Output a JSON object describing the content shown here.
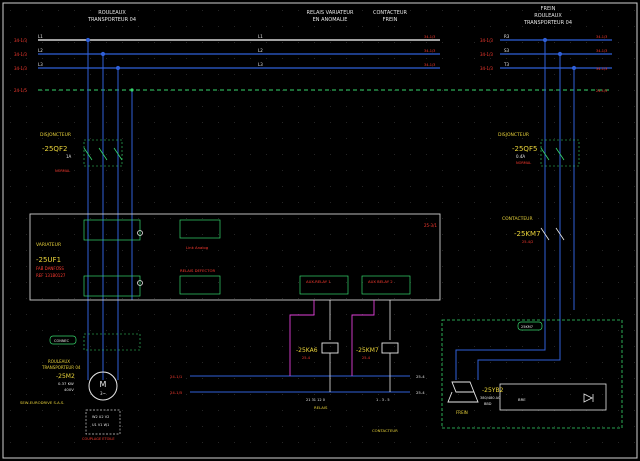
{
  "colors": {
    "background": "#000000",
    "frame": "#cfcfcf",
    "wire": "#2f5fd8",
    "wire_l1": "#ffffff",
    "green": "#36d66b",
    "label_white": "#e8e8e8",
    "label_yellow": "#e8d23a",
    "label_red": "#ff3b30",
    "magenta": "#e040d8",
    "grid_dot": "#3a3a3a"
  },
  "headers": {
    "rouleaux_t1": "ROULEAUX",
    "rouleaux_t2": "TRANSPORTEUR 04",
    "relais_t1": "RELAIS VARIATEUR",
    "relais_t2": "EN ANOMALIE",
    "contacteur_t1": "CONTACTEUR",
    "contacteur_t2": "FREIN",
    "frein_t1": "FREIN",
    "frein_t2": "ROULEAUX",
    "frein_t3": "TRANSPORTEUR 04"
  },
  "busbars": {
    "left": [
      {
        "ref": "34-1/3",
        "label": "L1",
        "mid": "L1"
      },
      {
        "ref": "34-1/3",
        "label": "L2",
        "mid": "L2"
      },
      {
        "ref": "34-1/3",
        "label": "L3",
        "mid": "L3"
      },
      {
        "ref": "24-1/5",
        "label": "",
        "mid": ""
      }
    ],
    "right": [
      {
        "ref": "34-1/3",
        "label": "R3"
      },
      {
        "ref": "34-1/3",
        "label": "S3"
      },
      {
        "ref": "34-1/3",
        "label": "T3"
      },
      {
        "ref": "24-1/5",
        "label": ""
      }
    ]
  },
  "breaker_left": {
    "title": "DISJONCTEUR",
    "ref": "-25QF2",
    "rating": "1A",
    "note": "NORMAL"
  },
  "breaker_right": {
    "title": "DISJONCTEUR",
    "ref": "-25QF5",
    "rating": "0.4A",
    "note": "NORMAL"
  },
  "contactor_right": {
    "title": "CONTACTEUR",
    "ref": "-25KM7",
    "sub": "25-4/2"
  },
  "drive": {
    "title": "VARIATEUR",
    "ref": "-25UF1",
    "fab": "FAB  DANFOSS",
    "refno": "REF  131B0127",
    "corner": "25-3/1",
    "block1": "Link Analog",
    "block2": "RELAIS DEFECTOR",
    "relay1": "AUX RELAY 1",
    "relay2": "AUX RELAY 2"
  },
  "motor": {
    "tag": "CONNEC",
    "title1": "ROULEAUX",
    "title2": "TRANSPORTEUR 04",
    "ref": "-25M2",
    "power": "0.37 KW",
    "volt": "400V",
    "maker": "SEW-EURODRIVE S.A.S.",
    "symbol": "M",
    "phase": "3~",
    "box_caption": "COUPLAGE ETOILE"
  },
  "relays": {
    "ka6": {
      "ref": "-25KA6",
      "sub": "25-4"
    },
    "km7": {
      "ref": "-25KM7",
      "sub": "25-4"
    },
    "input_top": "24-1/1",
    "input_bottom": "24-1/5",
    "out_top": "25-4",
    "out_bottom": "25-4",
    "relais_caption": "RELAIS",
    "relais_nums": "21  31  12  0",
    "contacteur_caption": "CONTACTEUR",
    "contacteur_nums": "1 - 3 - 5"
  },
  "brake": {
    "tag": "25KM7",
    "ref": "-25YB2",
    "spec1": "380/480 AC",
    "spec2": "BBD",
    "caption": "FREIN",
    "unit": "BRE"
  }
}
